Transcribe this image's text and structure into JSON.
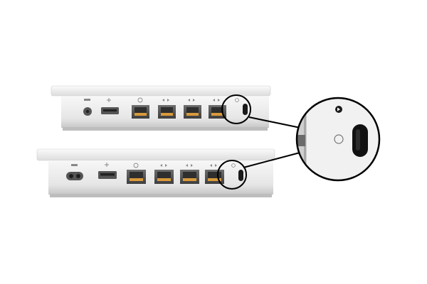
{
  "figure": {
    "subject": "",
    "devices": [
      {
        "ports": [
          "power-port",
          "usb-port",
          "wan-ethernet-port",
          "lan-ethernet-port-1",
          "lan-ethernet-port-2",
          "lan-ethernet-port-3",
          "reset-button"
        ],
        "port_icons": [
          "power-symbol-icon",
          "usb-symbol-icon",
          "wan-symbol-icon",
          "lan-symbol-icon",
          "lan-symbol-icon",
          "lan-symbol-icon",
          "reset-symbol-icon"
        ]
      },
      {
        "ports": [
          "ac-power-port",
          "usb-port",
          "wan-ethernet-port",
          "lan-ethernet-port-1",
          "lan-ethernet-port-2",
          "lan-ethernet-port-3",
          "reset-button"
        ],
        "port_icons": [
          "power-symbol-icon",
          "usb-symbol-icon",
          "wan-symbol-icon",
          "lan-symbol-icon",
          "lan-symbol-icon",
          "lan-symbol-icon",
          "reset-symbol-icon"
        ]
      }
    ],
    "callout": {
      "shows": [
        "reset-button",
        "status-light"
      ]
    },
    "colors": {
      "case_light": "#f4f4f4",
      "case_mid": "#d8d8d8",
      "case_dark": "#9a9a9a",
      "port_orange": "#d99a3a",
      "outline": "#000000"
    }
  }
}
